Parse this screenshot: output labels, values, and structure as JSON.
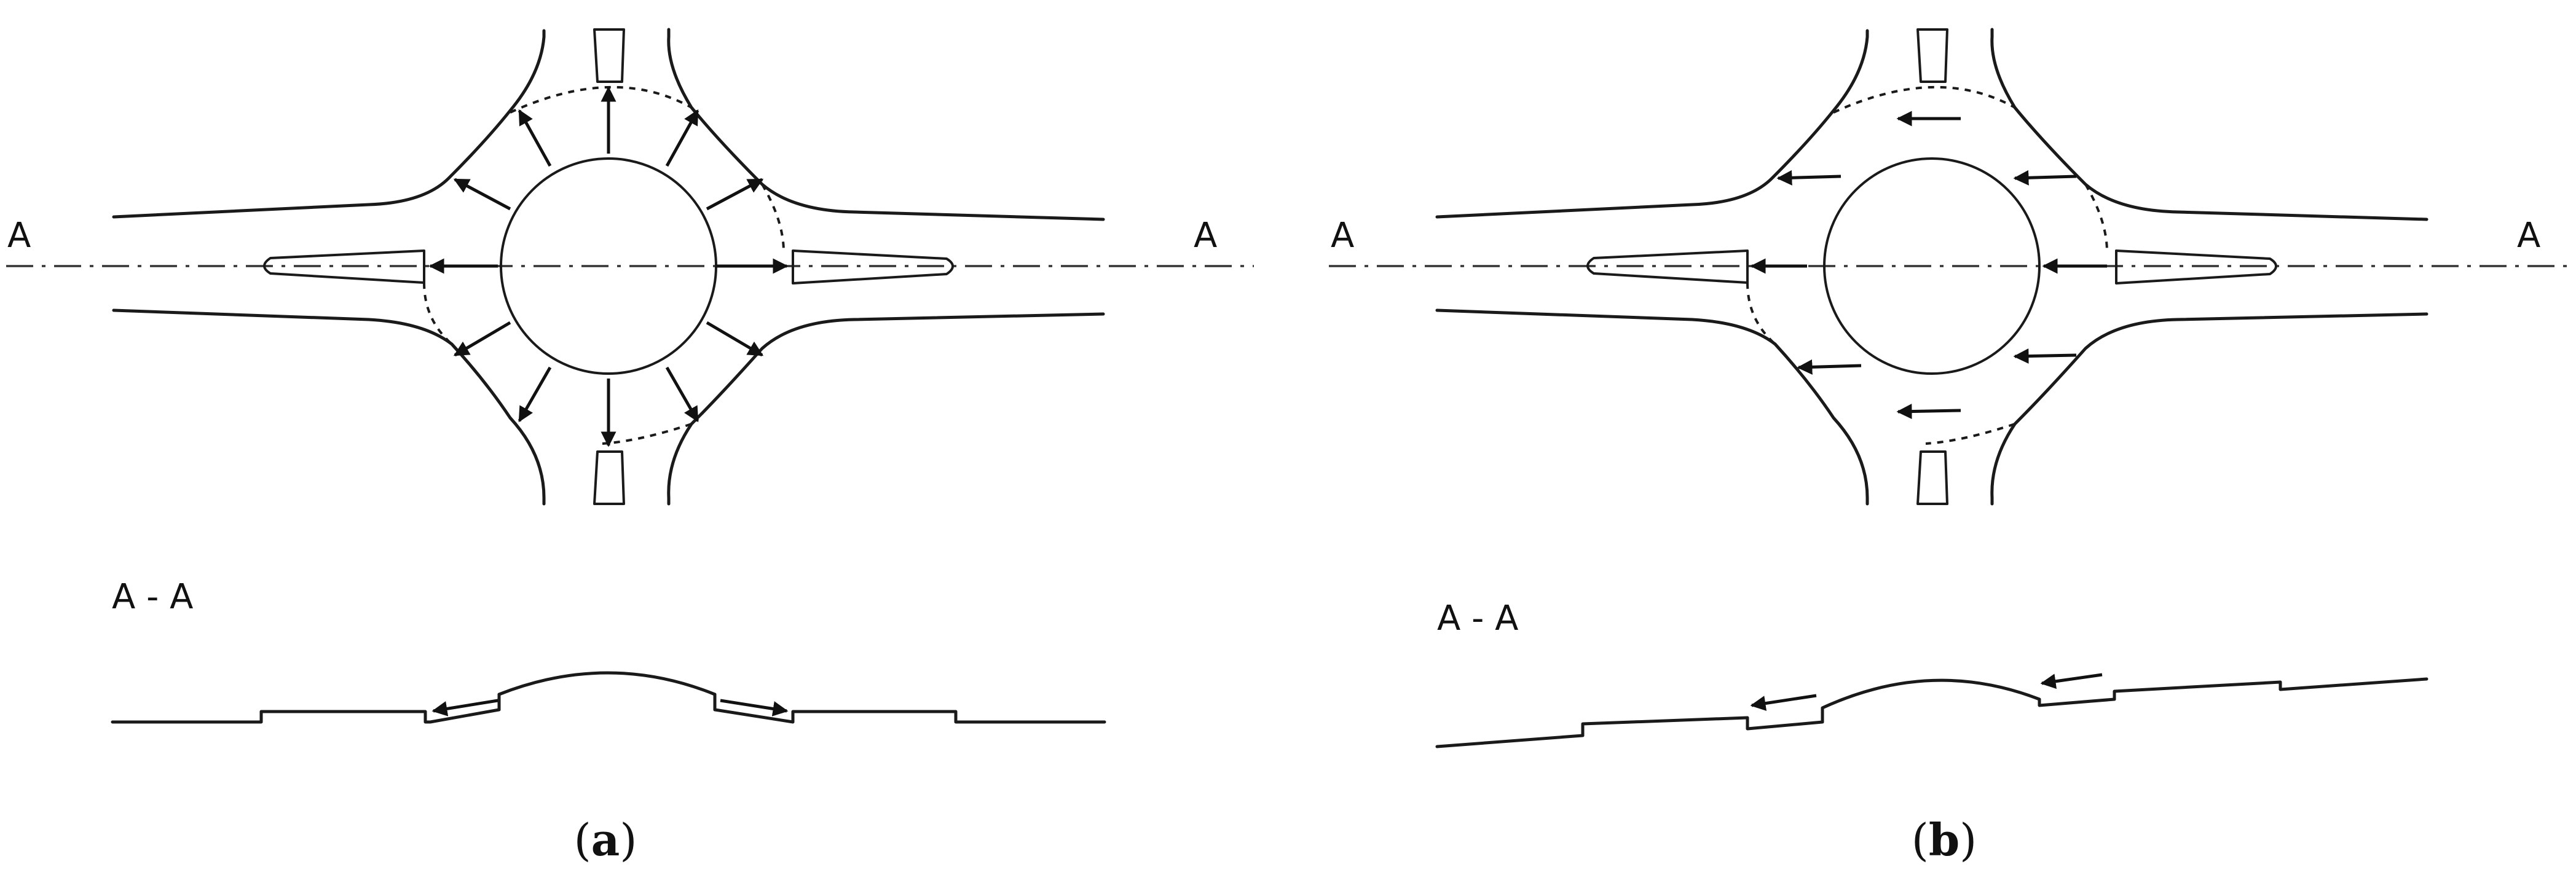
{
  "panels": [
    {
      "id": "a",
      "caption": "a",
      "section_left": "A",
      "section_right": "A",
      "section_title": "A - A",
      "flow_description": "radial flow"
    },
    {
      "id": "b",
      "caption": "b",
      "section_left": "A",
      "section_right": "A",
      "section_title": "A - A",
      "flow_description": "one-directional flow"
    }
  ],
  "colors": {
    "line": "#1a1a1a",
    "background": "#ffffff"
  },
  "icons": {
    "arrow": "arrowhead"
  }
}
